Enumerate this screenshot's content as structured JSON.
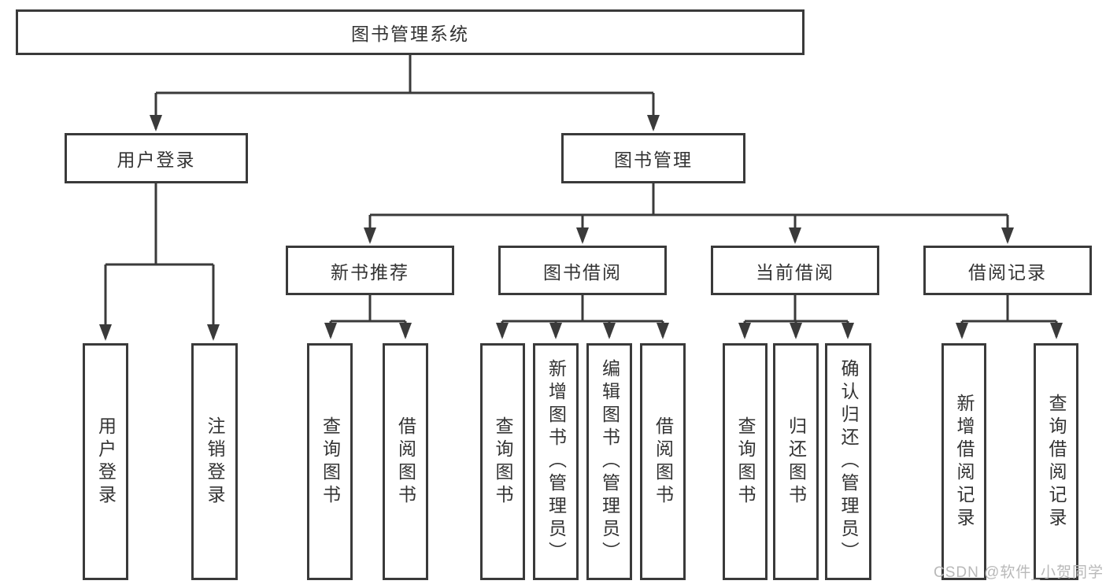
{
  "diagram": {
    "title": "图书管理系统",
    "tree": {
      "label": "图书管理系统",
      "children": [
        {
          "label": "用户登录",
          "children": [
            {
              "label": "用户登录"
            },
            {
              "label": "注销登录"
            }
          ]
        },
        {
          "label": "图书管理",
          "children": [
            {
              "label": "新书推荐",
              "children": [
                {
                  "label": "查询图书"
                },
                {
                  "label": "借阅图书"
                }
              ]
            },
            {
              "label": "图书借阅",
              "children": [
                {
                  "label": "查询图书"
                },
                {
                  "label": "新增图书（管理员）"
                },
                {
                  "label": "编辑图书（管理员）"
                },
                {
                  "label": "借阅图书"
                }
              ]
            },
            {
              "label": "当前借阅",
              "children": [
                {
                  "label": "查询图书"
                },
                {
                  "label": "归还图书"
                },
                {
                  "label": "确认归还（管理员）"
                }
              ]
            },
            {
              "label": "借阅记录",
              "children": [
                {
                  "label": "新增借阅记录"
                },
                {
                  "label": "查询借阅记录"
                }
              ]
            }
          ]
        }
      ]
    },
    "watermark": "CSDN @软件_小贺同学",
    "colors": {
      "line": "#3a3a3a",
      "text": "#333333",
      "watermark": "#b9b9b9",
      "background": "#ffffff"
    }
  }
}
